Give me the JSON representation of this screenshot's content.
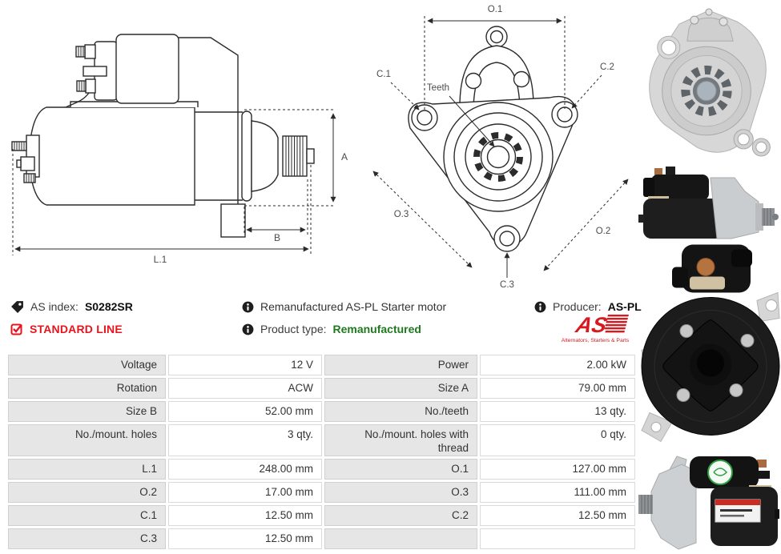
{
  "colors": {
    "accent_red": "#e8131d",
    "type_green": "#1f7a1f",
    "logo_red": "#d61a1f",
    "table_label_bg": "#e6e6e6",
    "drawing_line": "#2b2b2b"
  },
  "header": {
    "as_index": {
      "label": "AS index:",
      "value": "S0282SR"
    },
    "line_badge": "STANDARD LINE",
    "description": "Remanufactured AS-PL Starter motor",
    "product_type": {
      "label": "Product type:",
      "value": "Remanufactured"
    },
    "producer": {
      "label": "Producer:",
      "value": "AS-PL"
    },
    "logo": {
      "text": "AS",
      "tagline": "Alternators, Starters & Parts"
    }
  },
  "diagrams": {
    "side_view": {
      "dim_a": "A",
      "dim_b": "B",
      "dim_l1": "L.1"
    },
    "front_view": {
      "dim_o1": "O.1",
      "dim_o2": "O.2",
      "dim_o3": "O.3",
      "dim_c1": "C.1",
      "dim_c2": "C.2",
      "dim_c3": "C.3",
      "teeth": "Teeth"
    }
  },
  "photos": {
    "p1": "starter-front-view-photo",
    "p2": "starter-side-view-right-photo",
    "p3": "starter-rear-view-photo",
    "p4": "starter-side-view-left-photo"
  },
  "spec_table": {
    "rows": [
      {
        "label1": "Voltage",
        "value1": "12 V",
        "label2": "Power",
        "value2": "2.00 kW"
      },
      {
        "label1": "Rotation",
        "value1": "ACW",
        "label2": "Size A",
        "value2": "79.00 mm"
      },
      {
        "label1": "Size B",
        "value1": "52.00 mm",
        "label2": "No./teeth",
        "value2": "13 qty."
      },
      {
        "label1": "No./mount. holes",
        "value1": "3 qty.",
        "label2": "No./mount. holes with thread",
        "value2": "0 qty."
      },
      {
        "label1": "L.1",
        "value1": "248.00 mm",
        "label2": "O.1",
        "value2": "127.00 mm"
      },
      {
        "label1": "O.2",
        "value1": "17.00 mm",
        "label2": "O.3",
        "value2": "111.00 mm"
      },
      {
        "label1": "C.1",
        "value1": "12.50 mm",
        "label2": "C.2",
        "value2": "12.50 mm"
      },
      {
        "label1": "C.3",
        "value1": "12.50 mm",
        "label2": "",
        "value2": ""
      }
    ]
  }
}
